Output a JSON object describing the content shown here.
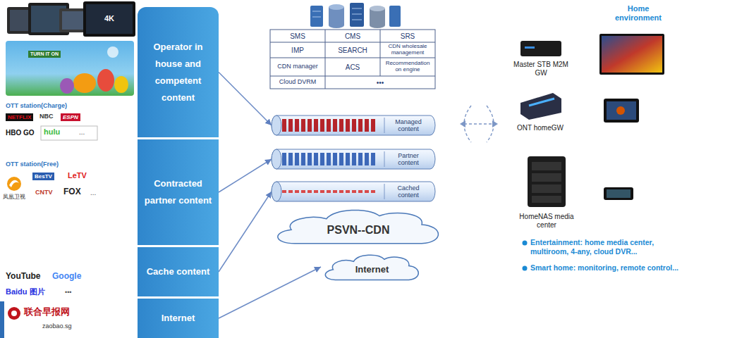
{
  "diagram": {
    "nodes": [
      {
        "text": [
          "Operator in house and competent content"
        ]
      },
      {
        "text": [
          "Contracted partner content"
        ]
      },
      {
        "text": [
          "Cache content"
        ]
      },
      {
        "text": [
          "Internet"
        ]
      },
      {
        "text": [
          "Managed content"
        ]
      },
      {
        "text": [
          "Partner content"
        ]
      },
      {
        "text": [
          "Cached content"
        ]
      },
      {
        "text": [
          "PSVN--CDN"
        ]
      },
      {
        "text": [
          "Internet"
        ]
      }
    ],
    "edges": [
      {
        "from": 0,
        "to": 4,
        "arrow": "to"
      },
      {
        "from": 1,
        "to": 5,
        "arrow": "to"
      },
      {
        "from": 2,
        "to": 6,
        "arrow": "to"
      },
      {
        "from": 3,
        "to": 8,
        "arrow": "to"
      }
    ],
    "labels": [
      "4K",
      "TURN IT ON",
      "OTT station(Charge)",
      "NETFLIX",
      "NBC",
      "ESPN",
      "HBO GO",
      "hulu",
      "...",
      "OTT station(Free)",
      "凤凰卫视",
      "BesTV",
      "LeTV",
      "CNTV",
      "FOX",
      "...",
      "YouTube",
      "Google",
      "Baidu 图片",
      "•••",
      "联合早报网",
      "zaobao.sg",
      "SMS",
      "CMS",
      "SRS",
      "IMP",
      "SEARCH",
      "CDN wholesale management",
      "CDN manager",
      "ACS",
      "Recommendation on engine",
      "Cloud DVRM",
      "•••",
      "Home environment",
      "Master STB M2M GW",
      "ONT homeGW",
      "HomeNAS media center",
      "Entertainment: home media center, multiroom, 4-any, cloud DVR...",
      "Smart home: monitoring, remote control..."
    ]
  }
}
